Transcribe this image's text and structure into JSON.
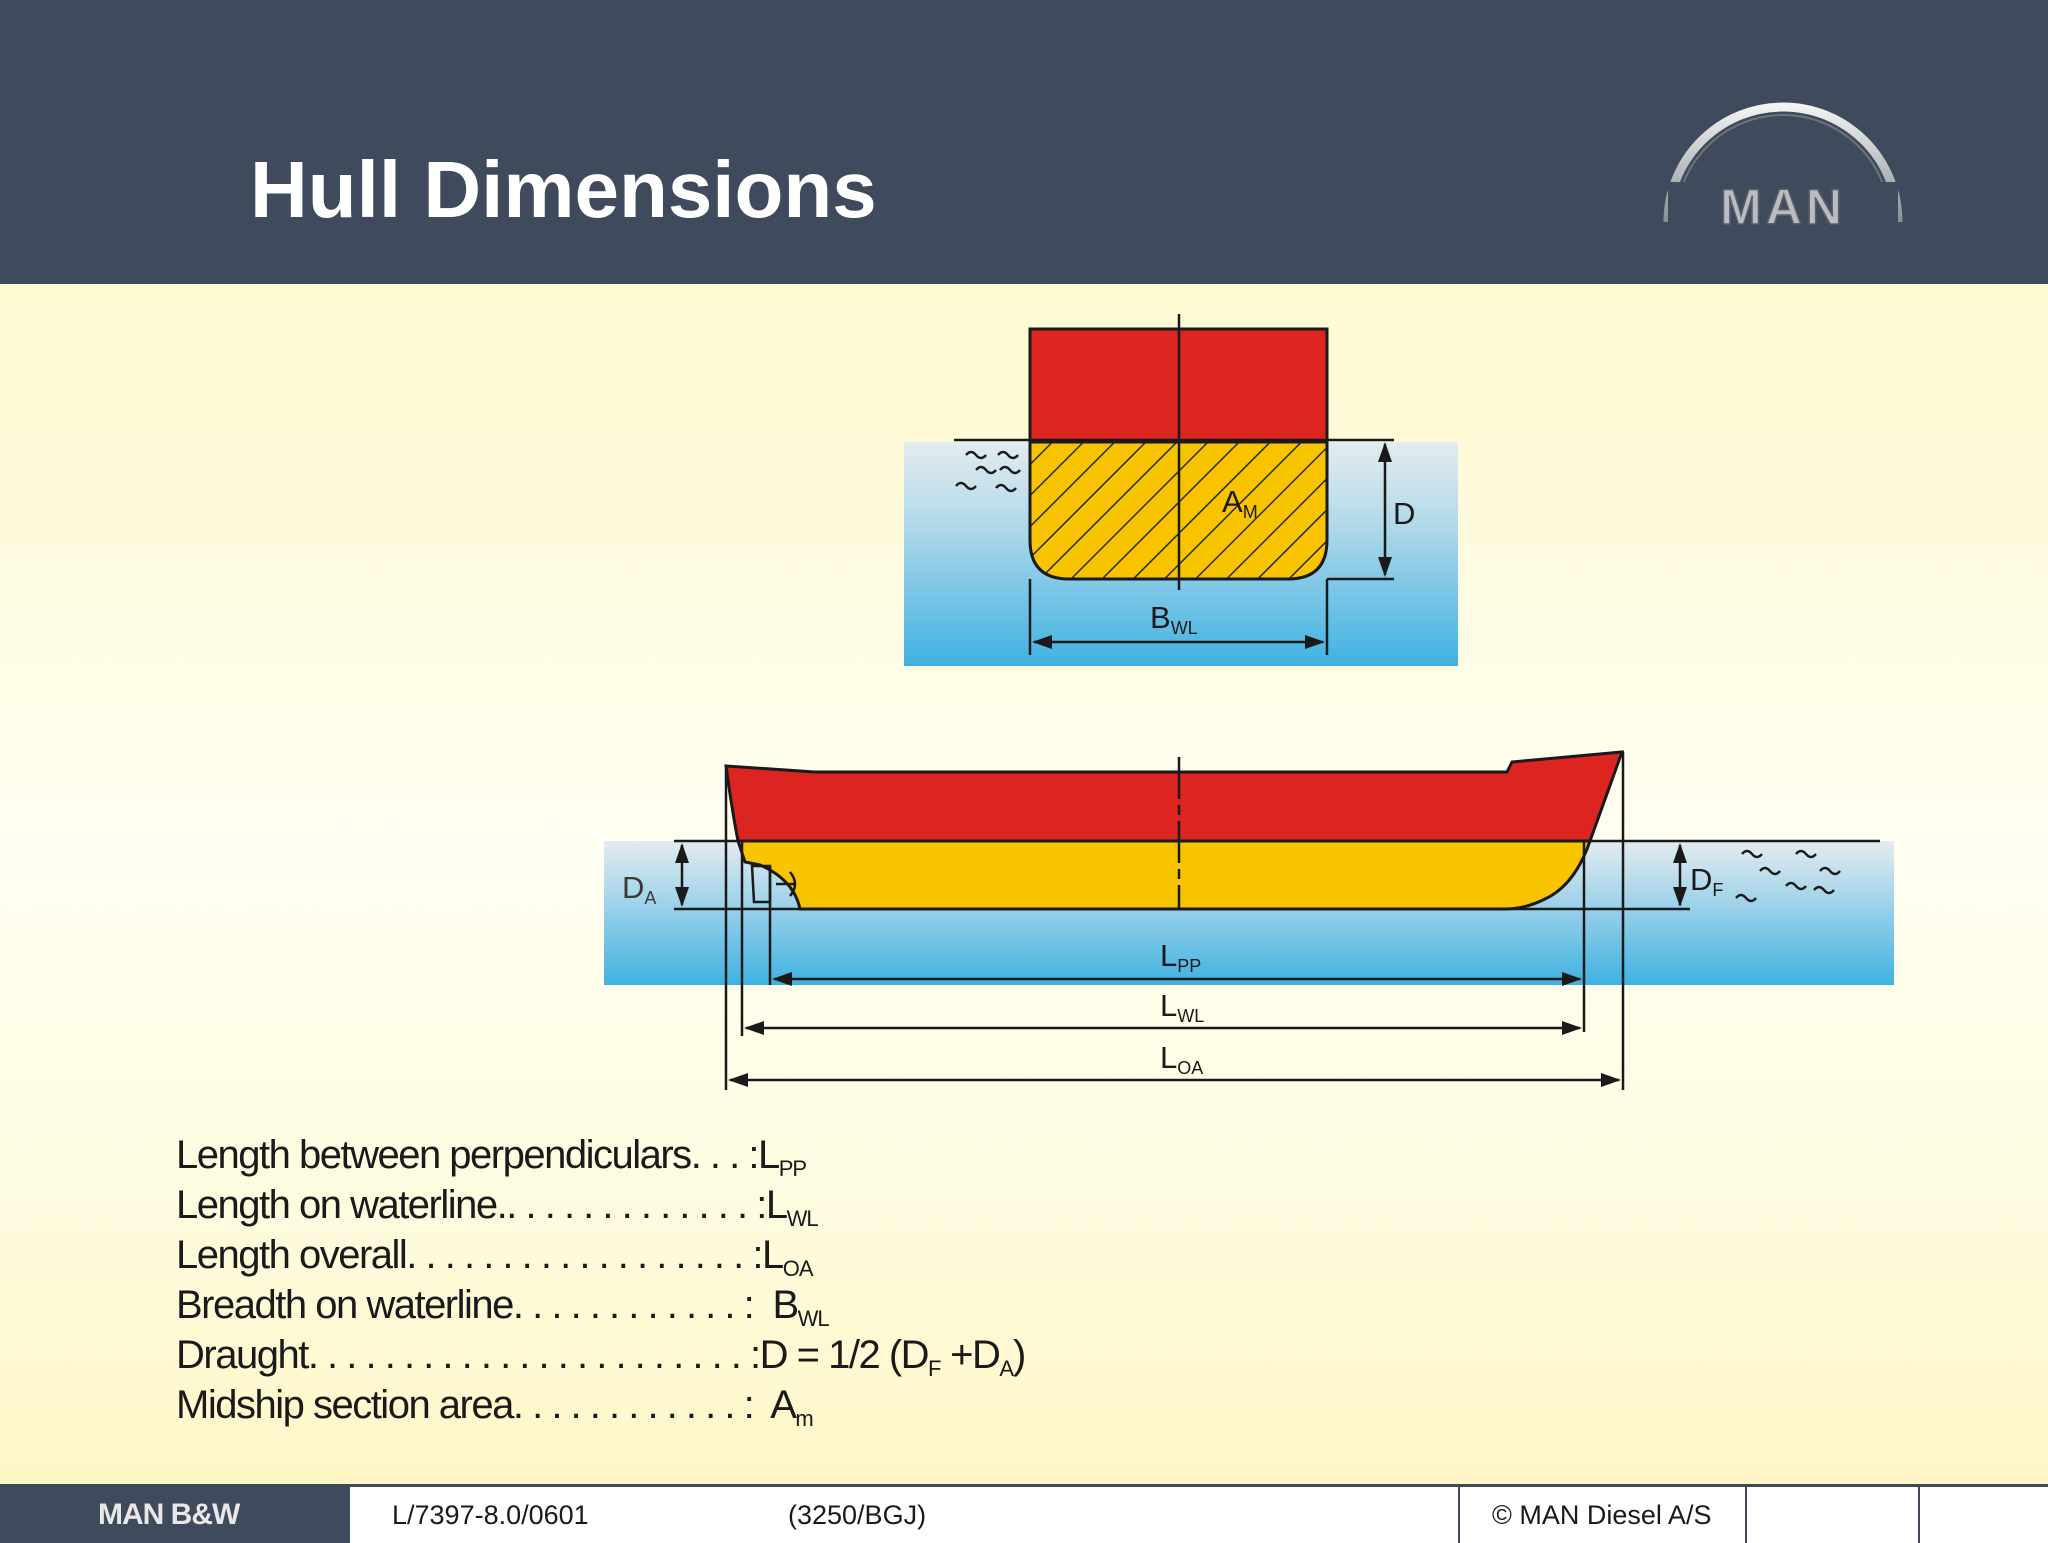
{
  "header": {
    "title": "Hull Dimensions",
    "logo_text": "MAN"
  },
  "colors": {
    "header_bg": "#3f4a5c",
    "hull_red": "#dc2520",
    "hull_yellow": "#f8c400",
    "water_top": "#e4ecef",
    "water_bottom": "#3fb2e2"
  },
  "diagram": {
    "midship": {
      "area_label": "A",
      "area_sub": "M",
      "depth_label": "D",
      "breadth_label": "B",
      "breadth_sub": "WL"
    },
    "profile": {
      "aft_draught_label": "D",
      "aft_draught_sub": "A",
      "fwd_draught_label": "D",
      "fwd_draught_sub": "F",
      "lpp_label": "L",
      "lpp_sub": "PP",
      "lwl_label": "L",
      "lwl_sub": "WL",
      "loa_label": "L",
      "loa_sub": "OA"
    }
  },
  "legend": [
    {
      "term": "Length between perpendiculars",
      "dots": " . . . :",
      "symbol": "L",
      "sub": "PP",
      "extra": ""
    },
    {
      "term": "Length on waterline.",
      "dots": " . . . . . . . . . . . . . :",
      "symbol": "L",
      "sub": "WL",
      "extra": ""
    },
    {
      "term": "Length overall",
      "dots": " . . . . . . . . . . . . . . . . . . :",
      "symbol": "L",
      "sub": "OA",
      "extra": ""
    },
    {
      "term": "Breadth on waterline",
      "dots": " . . . . . . . . . . . . :",
      "symbol": " B",
      "sub": "WL",
      "extra": ""
    },
    {
      "term": "Draught",
      "dots": " . . . . . . . . . . . . . . . . . . . . . . . :",
      "symbol": "D = 1/2 (D",
      "sub": "F",
      "extra": " +D",
      "sub2": "A",
      "extra2": ")"
    },
    {
      "term": "Midship section area",
      "dots": " . . . . . . . . . . . . :",
      "symbol": " A",
      "sub": "m",
      "extra": ""
    }
  ],
  "footer": {
    "brand": "MAN B&W",
    "doc_code": "L/7397-8.0/0601",
    "ref_code": "(3250/BGJ)",
    "copyright": "© MAN Diesel A/S"
  }
}
